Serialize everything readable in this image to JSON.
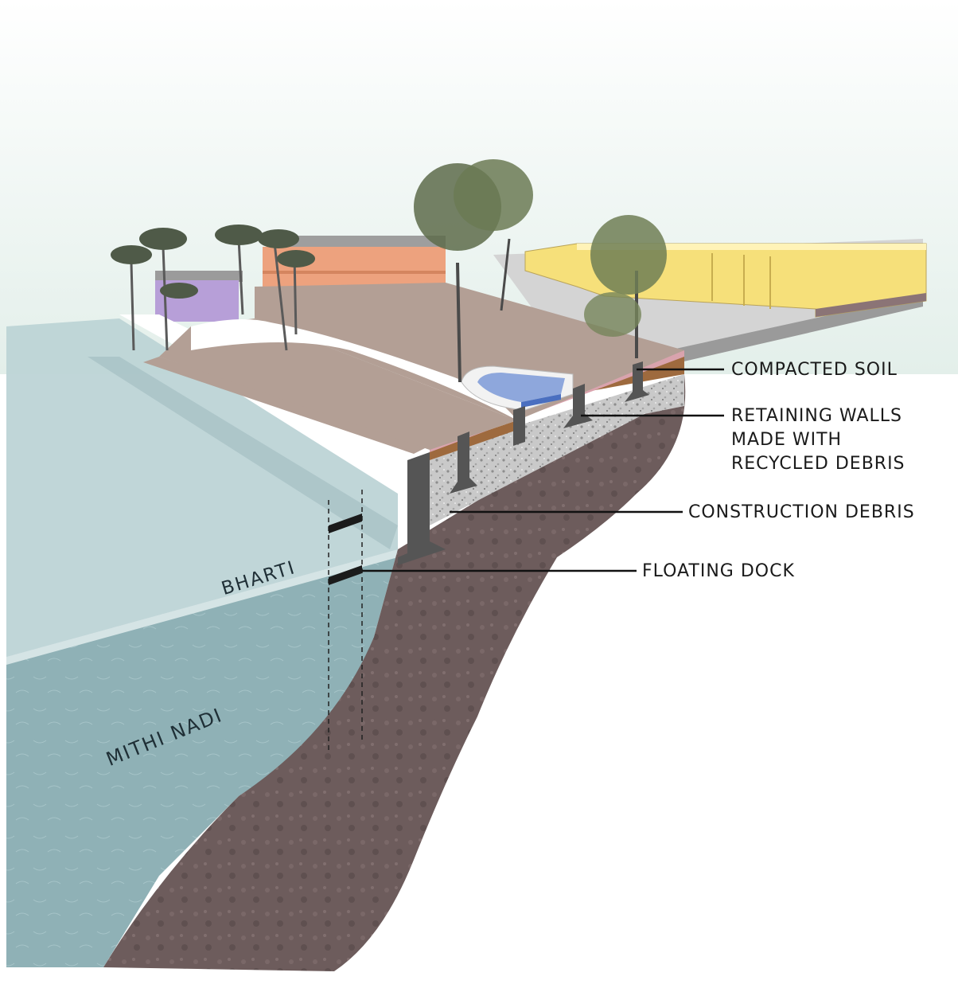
{
  "labels": {
    "compacted_soil": "COMPACTED SOIL",
    "retaining_walls": [
      "RETAINING WALLS",
      "MADE WITH",
      "RECYCLED DEBRIS"
    ],
    "construction_debris": "CONSTRUCTION DEBRIS",
    "floating_dock": "FLOATING DOCK"
  },
  "water_labels": {
    "upper": "BHARTI",
    "lower": "MITHI NADI"
  },
  "colors": {
    "sky": "#e3efea",
    "water_surface": "#bdd4d6",
    "water_body": "#8fb1b6",
    "earth": "#6d5c5c",
    "terrace": "#b39f95",
    "debris_fill": "#c9c9c9",
    "retaining_wall": "#555555",
    "compacted_soil": "#9e6a3e",
    "pool": "#8ea7dc",
    "yellow_building": "#f6e07a",
    "orange_building": "#eda27e",
    "purple_building": "#b79fd8"
  }
}
